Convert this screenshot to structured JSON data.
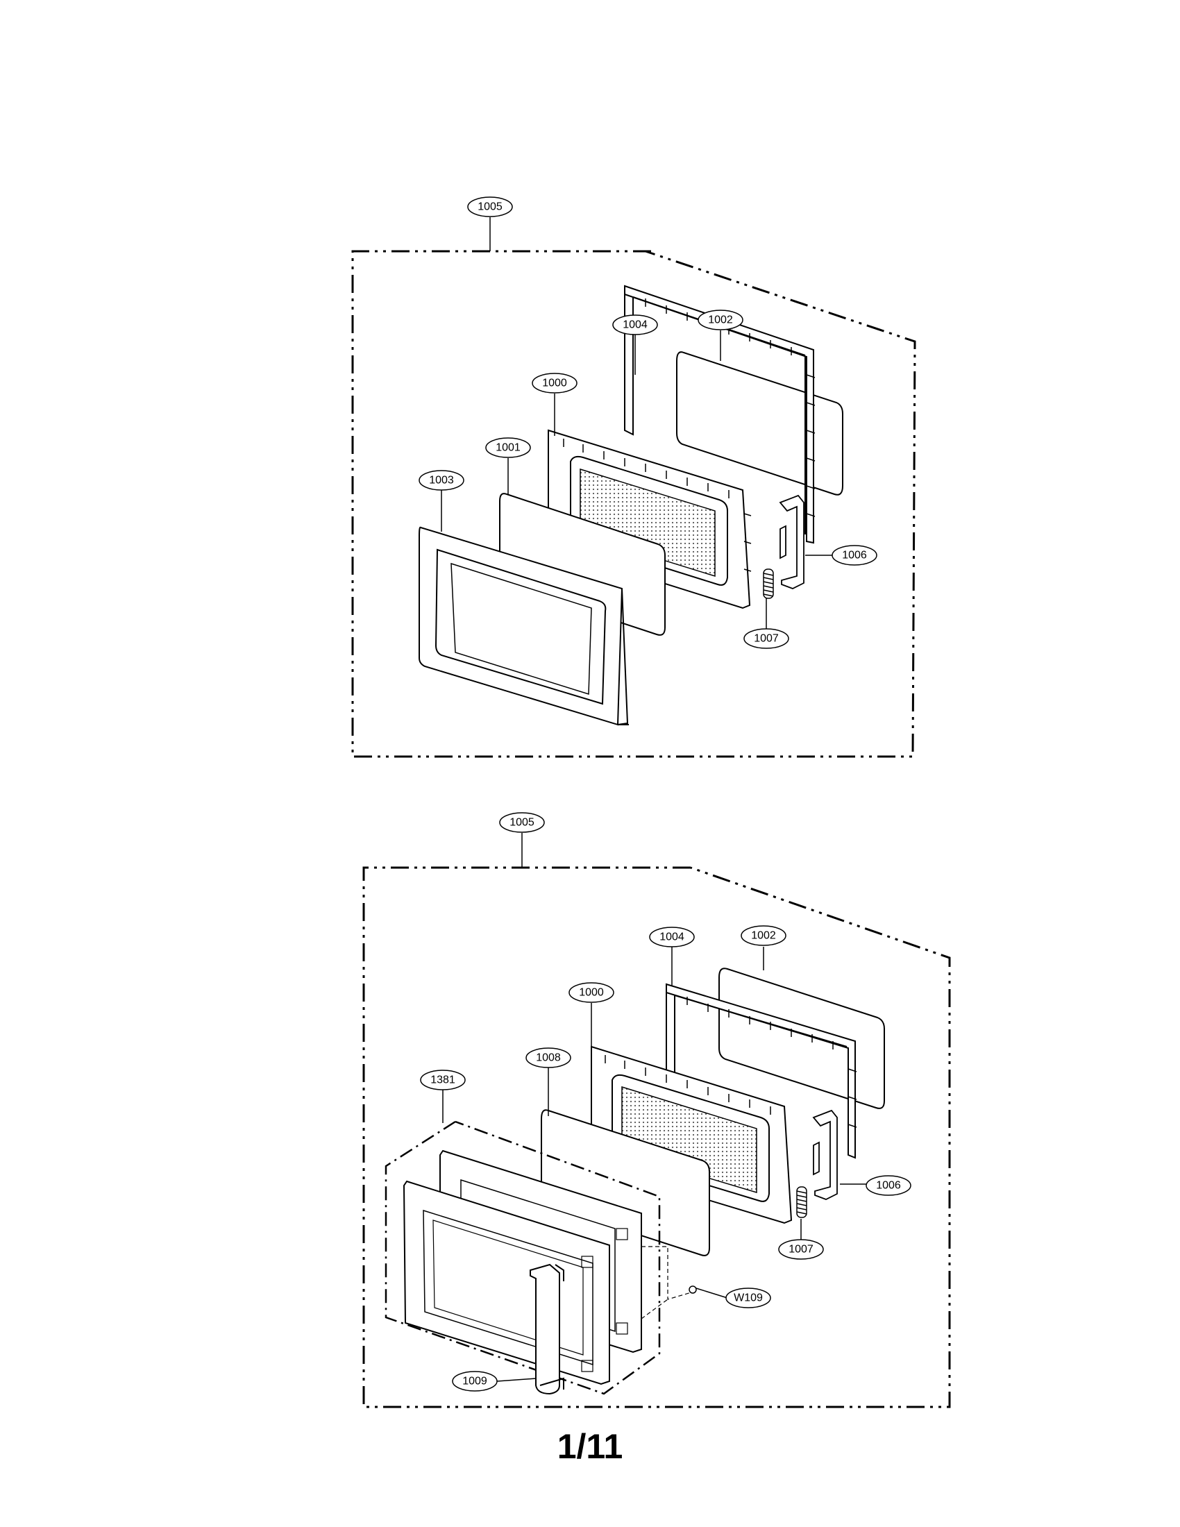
{
  "diagram_a": {
    "callouts": {
      "1005": "1005",
      "1004": "1004",
      "1002": "1002",
      "1000": "1000",
      "1001": "1001",
      "1003": "1003",
      "1006": "1006",
      "1007": "1007"
    }
  },
  "diagram_b": {
    "callouts": {
      "1005": "1005",
      "1004": "1004",
      "1002": "1002",
      "1000": "1000",
      "1008": "1008",
      "1381": "1381",
      "1006": "1006",
      "1007": "1007",
      "W109": "W109",
      "1009": "1009"
    }
  },
  "page_number": "1/11"
}
